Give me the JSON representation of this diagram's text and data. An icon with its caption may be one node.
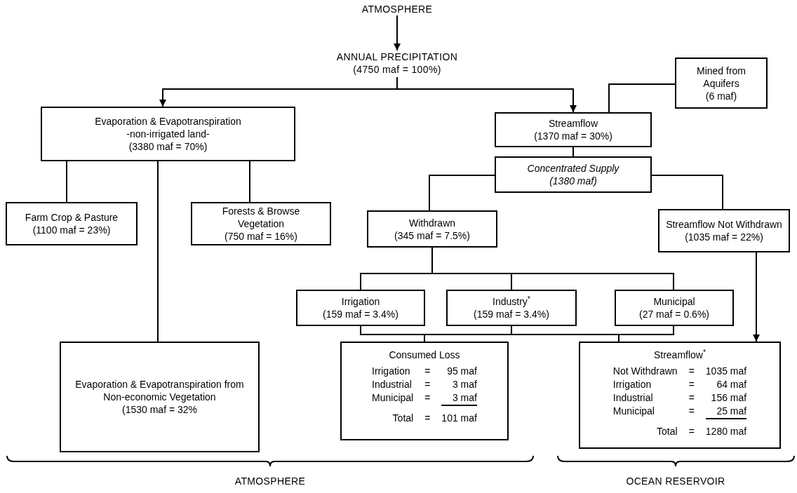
{
  "diagram": {
    "nodes": [
      {
        "text": [
          "ATMOSPHERE"
        ]
      },
      {
        "text": [
          "ANNUAL PRECIPITATION",
          "(4750 maf = 100%)"
        ]
      },
      {
        "text": [
          "Evaporation & Evapotranspiration",
          "-non-irrigated land-",
          "(3380 maf = 70%)"
        ]
      },
      {
        "text": [
          "Mined from Aquifers",
          "(6 maf)"
        ]
      },
      {
        "text": [
          "Streamflow",
          "(1370 maf = 30%)"
        ]
      },
      {
        "text": [
          "Concentrated Supply",
          "(1380 maf)"
        ]
      },
      {
        "text": [
          "Farm Crop & Pasture",
          "(1100 maf = 23%)"
        ]
      },
      {
        "text": [
          "Forests & Browse Vegetation",
          "(750 maf = 16%)"
        ]
      },
      {
        "text": [
          "Withdrawn",
          "(345 maf = 7.5%)"
        ]
      },
      {
        "text": [
          "Streamflow Not Withdrawn",
          "(1035 maf = 22%)"
        ]
      },
      {
        "text": [
          "Irrigation",
          "(159 maf = 3.4%)"
        ]
      },
      {
        "text": [
          "Industry$^{*}$",
          "(159 maf = 3.4%)"
        ]
      },
      {
        "text": [
          "Municipal",
          "(27 maf = 0.6%)"
        ]
      },
      {
        "text": [
          "Evaporation & Evapotranspiration from Non-economic Vegetation",
          "(1530 maf = 32%"
        ]
      },
      {
        "text": [
          "Consumed Loss",
          "Irrigation",
          "=",
          "95 maf",
          "Industrial",
          "=",
          "3 maf",
          "Municipal",
          "=",
          "3 maf",
          "Total",
          "=",
          "101 maf"
        ]
      },
      {
        "text": [
          "Streamflow$^{*}$",
          "Not Withdrawn",
          "=",
          "1035 maf",
          "Irrigation",
          "=",
          "64 maf",
          "Industrial",
          "=",
          "156 maf",
          "Municipal",
          "=",
          "25 maf",
          "Total",
          "=",
          "1280 maf"
        ]
      }
    ],
    "edges": [
      {
        "from": 0,
        "to": 1,
        "arrow": "to"
      },
      {
        "from": 1,
        "to": 2,
        "arrow": "to"
      },
      {
        "from": 1,
        "to": 4,
        "arrow": "to"
      },
      {
        "from": 3,
        "to": 4,
        "arrow": "none"
      },
      {
        "from": 4,
        "to": 5,
        "arrow": "none"
      },
      {
        "from": 5,
        "to": 8,
        "arrow": "none"
      },
      {
        "from": 5,
        "to": 9,
        "arrow": "none"
      },
      {
        "from": 2,
        "to": 6,
        "arrow": "none"
      },
      {
        "from": 2,
        "to": 13,
        "arrow": "none"
      },
      {
        "from": 2,
        "to": 7,
        "arrow": "none"
      },
      {
        "from": 8,
        "to": 10,
        "arrow": "none"
      },
      {
        "from": 8,
        "to": 11,
        "arrow": "none"
      },
      {
        "from": 8,
        "to": 12,
        "arrow": "none"
      },
      {
        "from": 10,
        "to": 14,
        "arrow": "none"
      },
      {
        "from": 11,
        "to": 14,
        "arrow": "none"
      },
      {
        "from": 12,
        "to": 14,
        "arrow": "none"
      },
      {
        "from": 10,
        "to": 15,
        "arrow": "none"
      },
      {
        "from": 11,
        "to": 15,
        "arrow": "none"
      },
      {
        "from": 12,
        "to": 15,
        "arrow": "none"
      },
      {
        "from": 9,
        "to": 15,
        "arrow": "to"
      }
    ],
    "labels": [
      "ATMOSPHERE",
      "OCEAN RESERVOIR"
    ]
  }
}
